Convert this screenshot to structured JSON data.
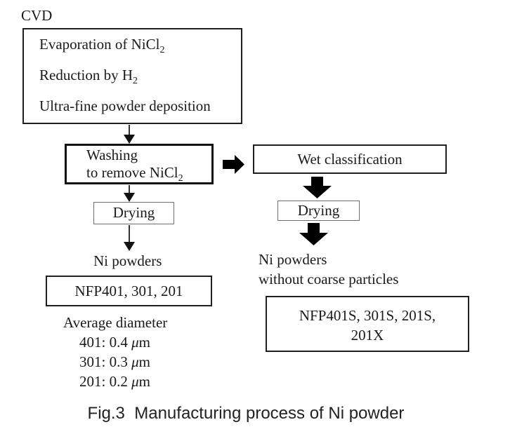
{
  "page": {
    "cvd_label": "CVD",
    "caption": "Fig.3  Manufacturing process of Ni powder"
  },
  "flow_left": {
    "cvd_box": {
      "lines": [
        {
          "text": "Evaporation of NiCl",
          "sub": "2"
        },
        {
          "text": "Reduction by H",
          "sub": "2"
        },
        {
          "text": "Ultra-fine powder deposition",
          "sub": ""
        }
      ]
    },
    "washing_box": {
      "lines": [
        {
          "text": "Washing",
          "sub": ""
        },
        {
          "text": "to remove NiCl",
          "sub": "2"
        }
      ]
    },
    "drying_box_label": "Drying",
    "output_label": "Ni powders",
    "products_box_label": "NFP401, 301, 201",
    "average_diameter": {
      "title": "Average diameter",
      "rows": [
        {
          "value": "401: 0.4 ",
          "mu": "μ",
          "unit": "m"
        },
        {
          "value": "301: 0.3 ",
          "mu": "μ",
          "unit": "m"
        },
        {
          "value": "201: 0.2 ",
          "mu": "μ",
          "unit": "m"
        }
      ]
    }
  },
  "flow_right": {
    "wet_classification_label": "Wet classification",
    "drying_box_label": "Drying",
    "output_label_line1": "Ni powders",
    "output_label_line2": "without coarse particles",
    "products_box": {
      "line1": "NFP401S, 301S, 201S,",
      "line2": "201X"
    }
  },
  "colors": {
    "background": "#ffffff",
    "text": "#1a1a1a",
    "box_border": "#1f1f1f",
    "thin_box_border": "#6e6e6e",
    "arrow_fill": "#000000"
  }
}
